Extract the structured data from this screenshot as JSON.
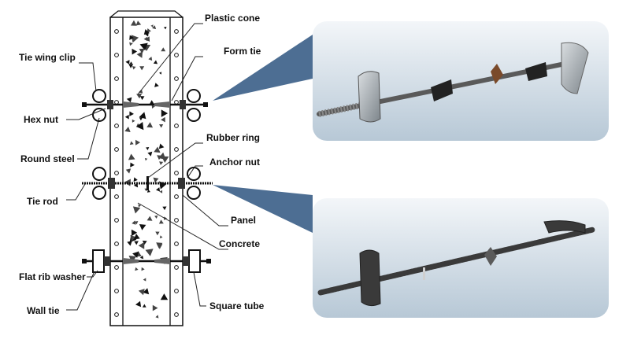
{
  "labels": {
    "plastic_cone": "Plastic cone",
    "form_tie": "Form tie",
    "tie_wing_clip": "Tie wing clip",
    "hex_nut": "Hex nut",
    "round_steel": "Round steel",
    "rubber_ring": "Rubber ring",
    "anchor_nut": "Anchor nut",
    "tie_rod": "Tie rod",
    "panel": "Panel",
    "concrete": "Concrete",
    "flat_rib_washer": "Flat rib washer",
    "wall_tie": "Wall tie",
    "square_tube": "Square tube"
  },
  "colors": {
    "callout": "#4d6e93",
    "photo_bg_top": "#eef3f7",
    "photo_bg_bottom": "#b9cbd9",
    "metal": "#3a3a3a",
    "line": "#222222"
  }
}
